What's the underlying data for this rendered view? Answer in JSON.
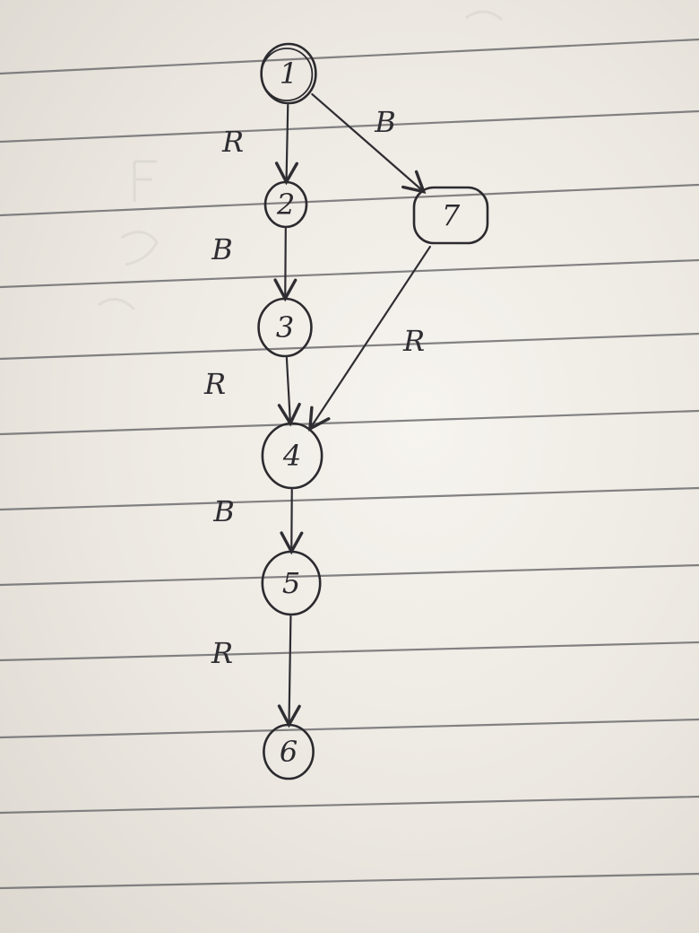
{
  "nodes": [
    {
      "id": "1",
      "label": "1"
    },
    {
      "id": "2",
      "label": "2"
    },
    {
      "id": "3",
      "label": "3"
    },
    {
      "id": "4",
      "label": "4"
    },
    {
      "id": "5",
      "label": "5"
    },
    {
      "id": "6",
      "label": "6"
    },
    {
      "id": "7",
      "label": "7"
    }
  ],
  "edges": [
    {
      "id": "e12",
      "from": "1",
      "to": "2",
      "label": "R"
    },
    {
      "id": "e17",
      "from": "1",
      "to": "7",
      "label": "B"
    },
    {
      "id": "e23",
      "from": "2",
      "to": "3",
      "label": "B"
    },
    {
      "id": "e34",
      "from": "3",
      "to": "4",
      "label": "R"
    },
    {
      "id": "e74",
      "from": "7",
      "to": "4",
      "label": "R"
    },
    {
      "id": "e45",
      "from": "4",
      "to": "5",
      "label": "B"
    },
    {
      "id": "e56",
      "from": "5",
      "to": "6",
      "label": "R"
    }
  ],
  "colors": {
    "ink": "#2b2a2e",
    "paper": "#efece6",
    "rule_line": "#6f6e70"
  }
}
